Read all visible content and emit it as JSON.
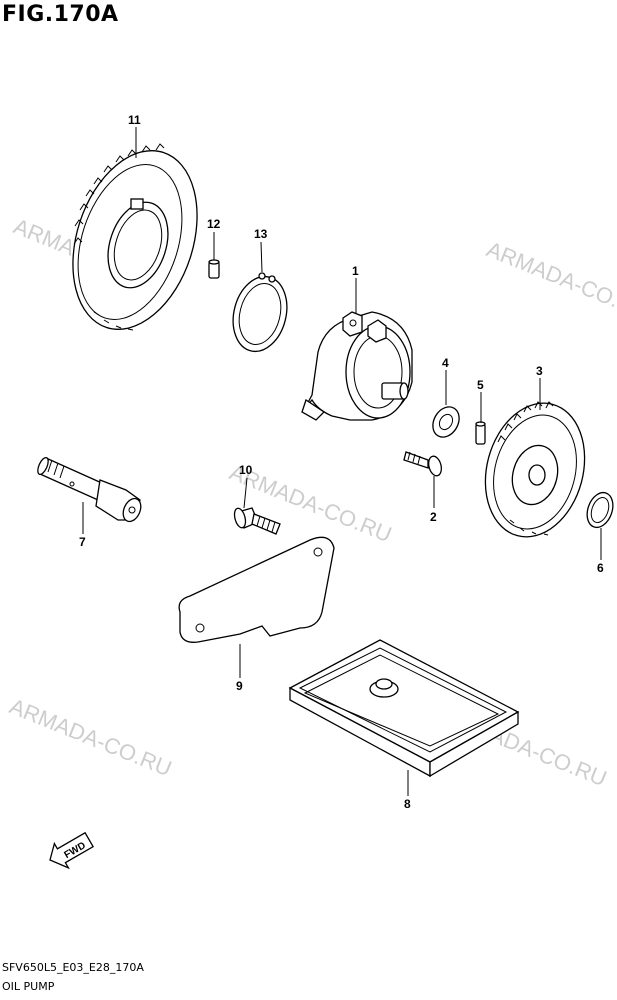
{
  "figure": {
    "title": "FIG.170A",
    "code": "SFV650L5_E03_E28_170A",
    "name": "OIL PUMP"
  },
  "watermark": "ARMADA-CO.RU",
  "fwd_label": "FWD",
  "callouts": [
    {
      "id": "p1",
      "label": "1"
    },
    {
      "id": "p2",
      "label": "2"
    },
    {
      "id": "p3",
      "label": "3"
    },
    {
      "id": "p4",
      "label": "4"
    },
    {
      "id": "p5",
      "label": "5"
    },
    {
      "id": "p6",
      "label": "6"
    },
    {
      "id": "p7",
      "label": "7"
    },
    {
      "id": "p8",
      "label": "8"
    },
    {
      "id": "p9",
      "label": "9"
    },
    {
      "id": "p10",
      "label": "10"
    },
    {
      "id": "p11",
      "label": "11"
    },
    {
      "id": "p12",
      "label": "12"
    },
    {
      "id": "p13",
      "label": "13"
    }
  ]
}
